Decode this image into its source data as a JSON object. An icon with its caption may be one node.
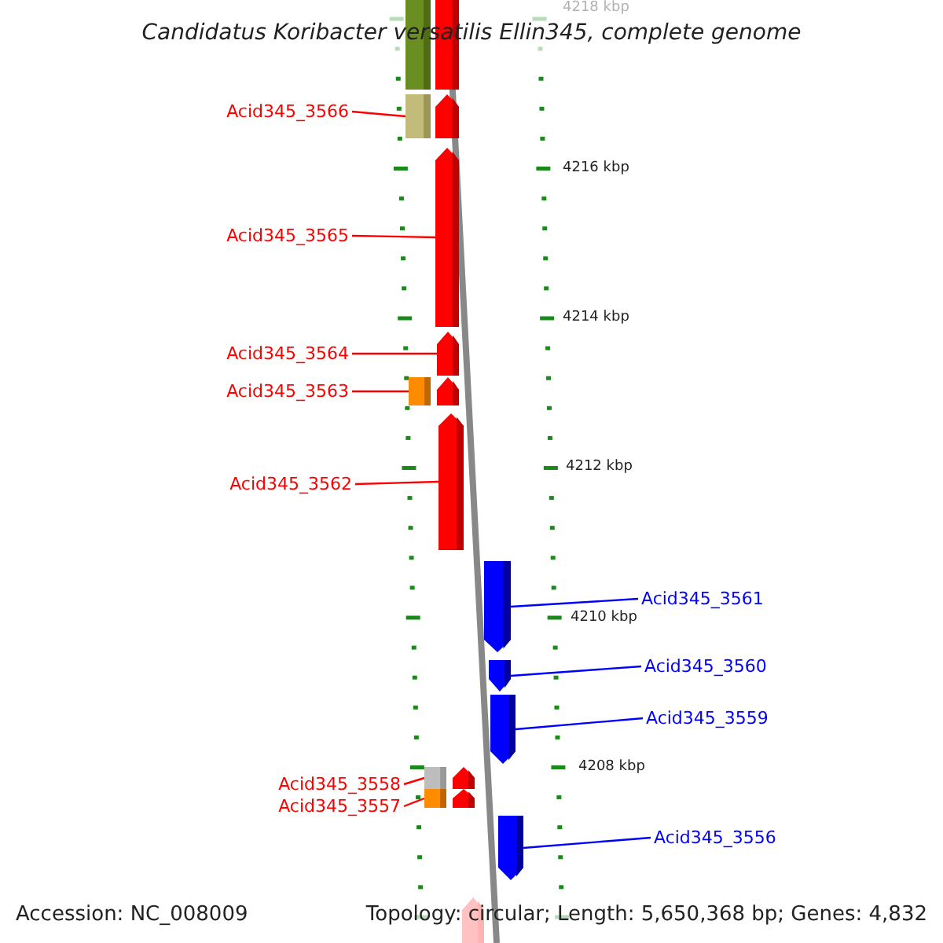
{
  "diagram": {
    "title": "Candidatus Koribacter versatilis Ellin345, complete genome",
    "nodes": [
      {
        "text": [],
        "shape": "box"
      },
      {
        "text": [],
        "shape": "bar"
      },
      {
        "text": [
          "Acid345_3566"
        ]
      },
      {
        "text": [],
        "shape": "box"
      },
      {
        "text": [],
        "shape": "arrow"
      },
      {
        "text": [
          "Acid345_3565"
        ]
      },
      {
        "text": [],
        "shape": "arrow"
      },
      {
        "text": [
          "Acid345_3564"
        ]
      },
      {
        "text": [],
        "shape": "arrow"
      },
      {
        "text": [
          "Acid345_3563"
        ]
      },
      {
        "text": [],
        "shape": "box"
      },
      {
        "text": [],
        "shape": "arrow"
      },
      {
        "text": [
          "Acid345_3562"
        ]
      },
      {
        "text": [],
        "shape": "arrow"
      },
      {
        "text": [
          "Acid345_3561"
        ]
      },
      {
        "text": [],
        "shape": "arrow"
      },
      {
        "text": [
          "Acid345_3560"
        ]
      },
      {
        "text": [],
        "shape": "arrow"
      },
      {
        "text": [
          "Acid345_3559"
        ]
      },
      {
        "text": [],
        "shape": "arrow"
      },
      {
        "text": [
          "Acid345_3558"
        ]
      },
      {
        "text": [],
        "shape": "box"
      },
      {
        "text": [],
        "shape": "arrow"
      },
      {
        "text": [
          "Acid345_3557"
        ]
      },
      {
        "text": [],
        "shape": "box"
      },
      {
        "text": [],
        "shape": "arrow"
      },
      {
        "text": [
          "Acid345_3556"
        ]
      },
      {
        "text": [],
        "shape": "arrow"
      },
      {
        "text": [],
        "shape": "arrow"
      }
    ],
    "edges": [
      {
        "from": 2,
        "to": 3,
        "arrow": "none"
      },
      {
        "from": 5,
        "to": 6,
        "arrow": "none"
      },
      {
        "from": 7,
        "to": 8,
        "arrow": "none"
      },
      {
        "from": 9,
        "to": 10,
        "arrow": "none"
      },
      {
        "from": 12,
        "to": 13,
        "arrow": "none"
      },
      {
        "from": 14,
        "to": 15,
        "arrow": "none",
        "color": "#0000ff"
      },
      {
        "from": 16,
        "to": 17,
        "arrow": "none",
        "color": "#0000ff"
      },
      {
        "from": 18,
        "to": 19,
        "arrow": "none",
        "color": "#0000ff"
      },
      {
        "from": 20,
        "to": 21,
        "arrow": "none"
      },
      {
        "from": 23,
        "to": 24,
        "arrow": "none"
      },
      {
        "from": 26,
        "to": 27,
        "arrow": "none",
        "color": "#0000ff"
      }
    ],
    "labels": [
      "4218 kbp",
      "4216 kbp",
      "4214 kbp",
      "4212 kbp",
      "4210 kbp",
      "4208 kbp",
      "Accession: NC_008009",
      "Topology: circular; Length: 5,650,368 bp; Genes: 4,832"
    ]
  }
}
